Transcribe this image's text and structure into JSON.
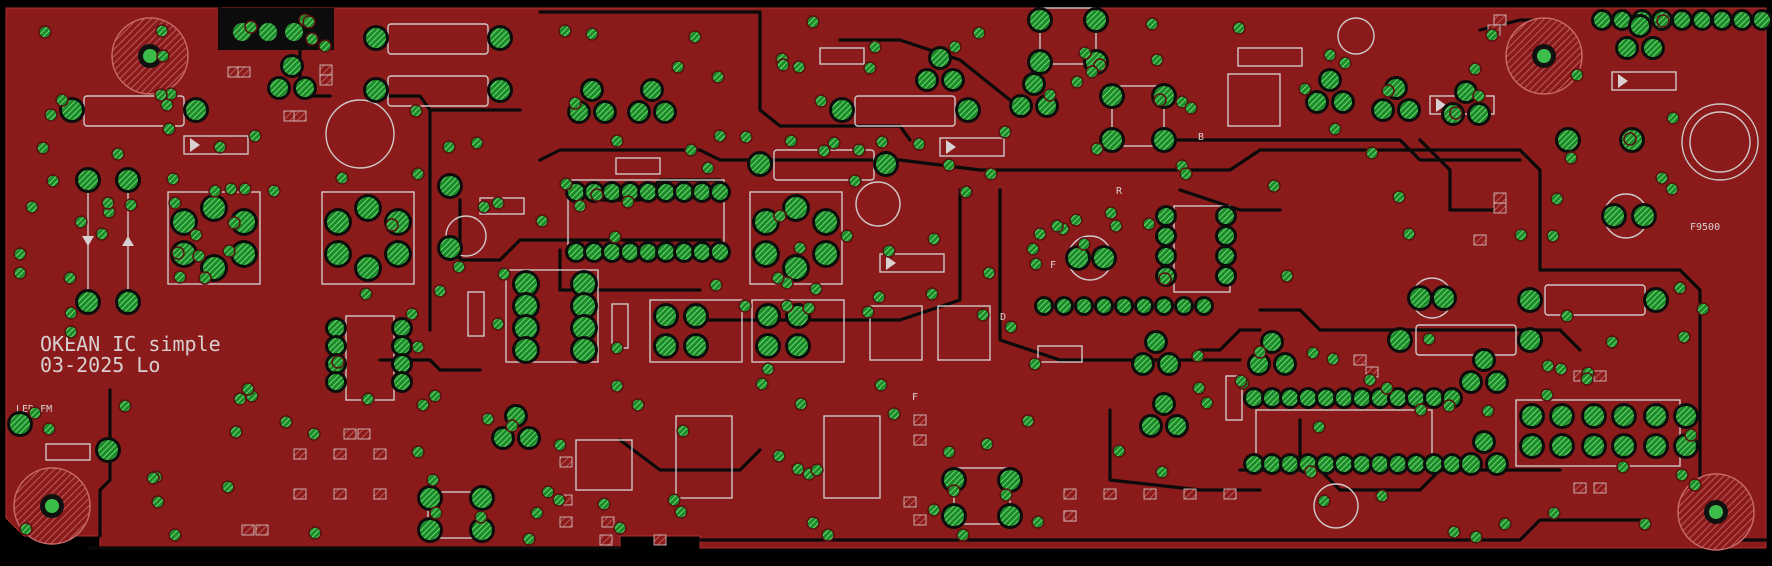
{
  "board": {
    "title_line1": "OKEAN IC simple",
    "title_line2": "03-2025 Lo",
    "led_label": "LED-FM",
    "ref_label": "F9500",
    "small_labels": [
      "R",
      "F",
      "D",
      "F",
      "B"
    ]
  },
  "colors": {
    "background": "#000000",
    "copper": "#8b1a1a",
    "pad_ring": "#0d0d0d",
    "drill_hatch": "#3cbd4a",
    "silkscreen": "#cfc8c8",
    "trace": "#0a0a0a"
  }
}
